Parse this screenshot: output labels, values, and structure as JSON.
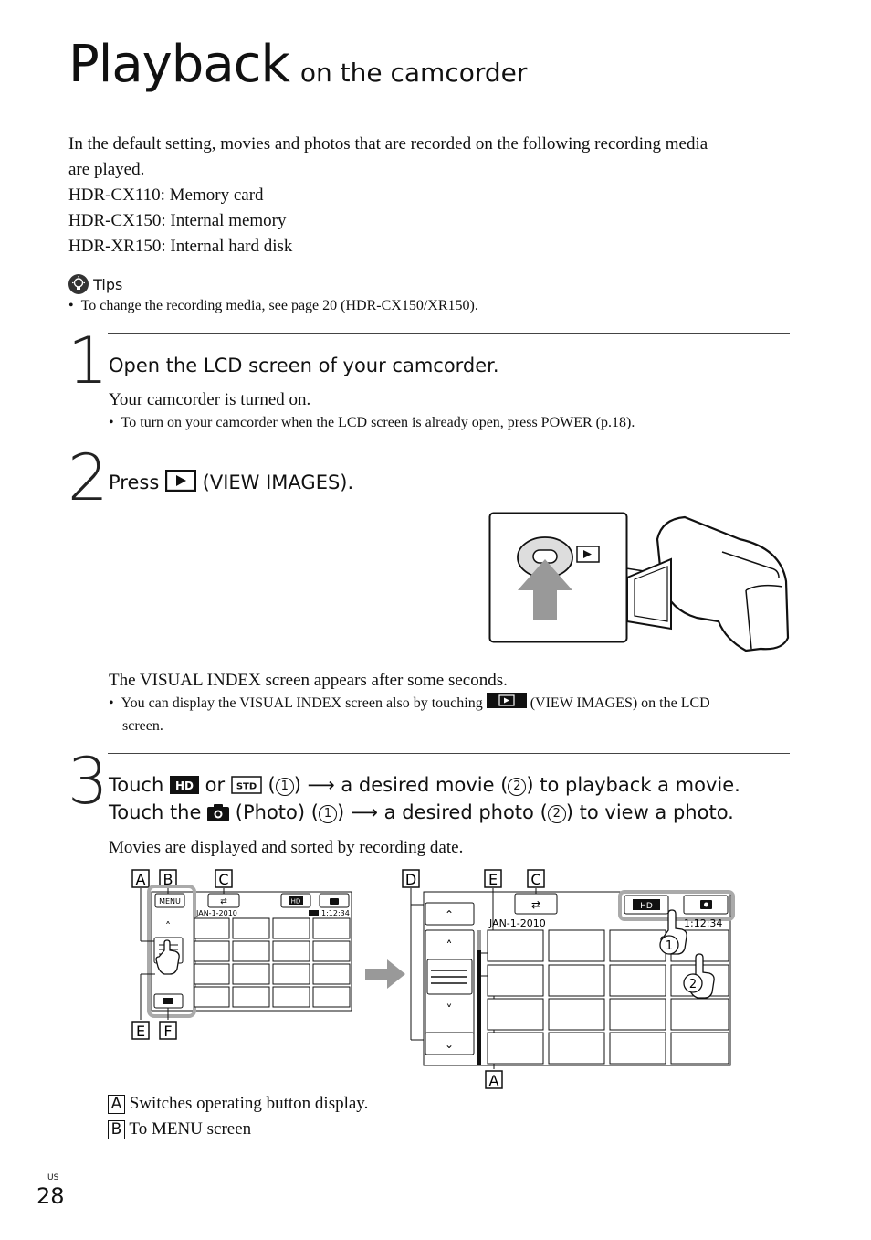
{
  "page": {
    "title_main": "Playback",
    "title_sub": "on the camcorder",
    "intro": [
      "In the default setting, movies and photos that are recorded on the following recording media",
      "are played.",
      "HDR-CX110: Memory card",
      "HDR-CX150: Internal memory",
      "HDR-XR150: Internal hard disk"
    ],
    "tips_label": "Tips",
    "tips": [
      "To change the recording media, see page 20 (HDR-CX150/XR150)."
    ],
    "page_number": "28",
    "page_region": "US"
  },
  "step1": {
    "number": "1",
    "title": "Open the LCD screen of your camcorder.",
    "text": "Your camcorder is turned on.",
    "bullet": "To turn on your camcorder when the LCD screen is already open, press POWER (p.18)."
  },
  "step2": {
    "number": "2",
    "title_pre": "Press",
    "title_post": "(VIEW IMAGES).",
    "text": "The VISUAL INDEX screen appears after some seconds.",
    "bullet_pre": "You can display the VISUAL INDEX screen also by touching",
    "bullet_post": "(VIEW IMAGES) on the LCD",
    "bullet_cont": "screen."
  },
  "step3": {
    "number": "3",
    "line1_touch": "Touch",
    "line1_or": "or",
    "line1_arrow_text": "a desired movie (",
    "line1_end": ") to playback a movie.",
    "line2_touch": "Touch the",
    "line2_photo": "(Photo) (",
    "line2_arrow_text": "a desired photo (",
    "line2_end": ") to view a photo.",
    "paren_close": ")",
    "circ1": "1",
    "circ2": "2",
    "text": "Movies are displayed and sorted by recording date."
  },
  "screens": {
    "small": {
      "date": "JAN-1-2010",
      "time": "1:12:34",
      "menu": "MENU",
      "hd": "HD"
    },
    "large": {
      "date": "JAN-1-2010",
      "time": "1:12:34",
      "hd": "HD"
    },
    "labels": {
      "a": "A",
      "b": "B",
      "c": "C",
      "d": "D",
      "e": "E",
      "f": "F"
    }
  },
  "legend": [
    {
      "label": "A",
      "text": "Switches operating button display."
    },
    {
      "label": "B",
      "text": "To MENU screen"
    }
  ]
}
